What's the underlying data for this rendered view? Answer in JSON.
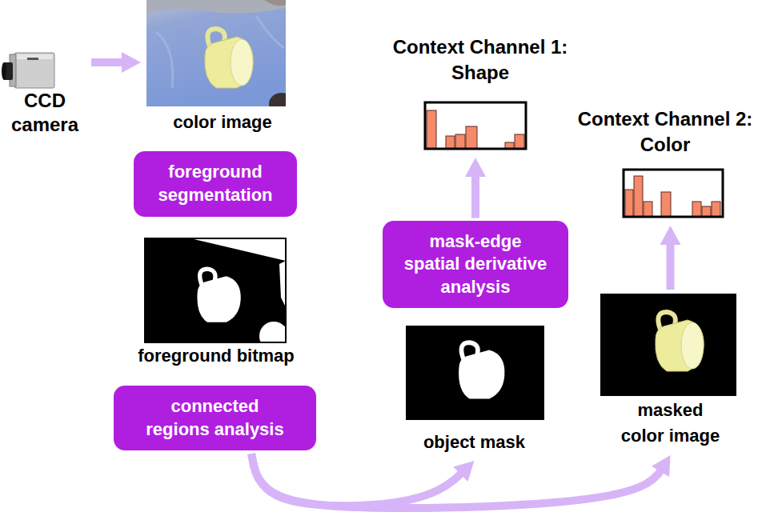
{
  "diagram": {
    "nodes": [
      {
        "text": [
          "CCD camera"
        ]
      },
      {
        "text": [
          "color image"
        ]
      },
      {
        "text": [
          "foreground segmentation"
        ]
      },
      {
        "text": [
          "foreground bitmap"
        ]
      },
      {
        "text": [
          "connected regions analysis"
        ]
      },
      {
        "text": [
          "object mask"
        ]
      },
      {
        "text": [
          "mask-edge spatial derivative analysis"
        ]
      },
      {
        "text": [
          "Context Channel 1: Shape"
        ]
      },
      {
        "text": [
          "masked color image"
        ]
      },
      {
        "text": [
          "Context Channel 2: Color"
        ]
      }
    ],
    "edges": [
      {
        "from": 0,
        "to": 1,
        "arrow": "to"
      },
      {
        "from": 4,
        "to": 5,
        "arrow": "to"
      },
      {
        "from": 4,
        "to": 8,
        "arrow": "to"
      },
      {
        "from": 6,
        "to": 7,
        "arrow": "to"
      },
      {
        "from": 8,
        "to": 9,
        "arrow": "to"
      }
    ]
  }
}
